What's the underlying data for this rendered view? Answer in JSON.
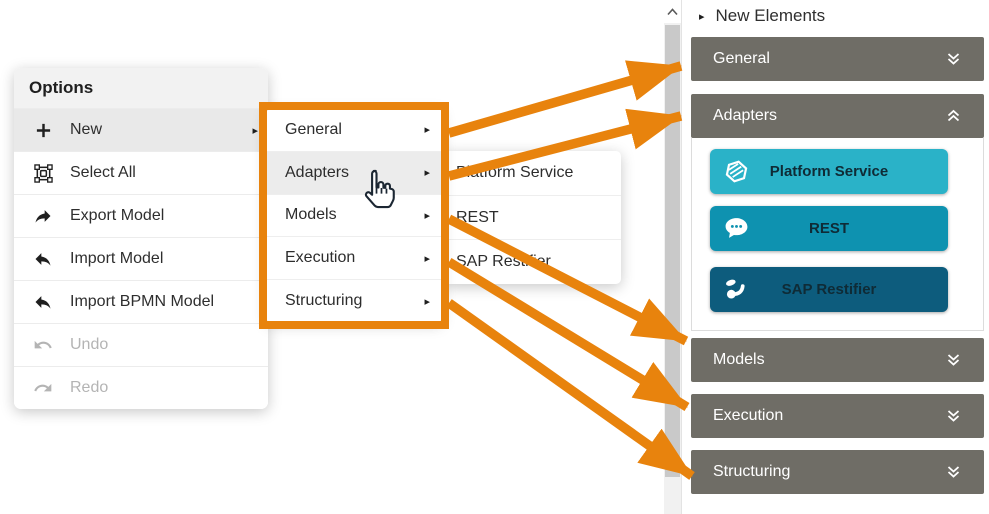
{
  "glyphs": {
    "caret_right": "▸"
  },
  "colors": {
    "annotation_orange": "#E8830D",
    "section_bar_gray": "#6F6D66",
    "hover_gray": "#ECECEC",
    "platform_service_teal": "#2AB2C8",
    "rest_teal": "#0E92B0",
    "sap_restifier_teal": "#0D5C7D"
  },
  "options_menu": {
    "title": "Options",
    "items": [
      {
        "label": "New",
        "icon": "plus-icon",
        "state": "highlighted",
        "has_submenu": true
      },
      {
        "label": "Select All",
        "icon": "select-all-icon",
        "state": "normal"
      },
      {
        "label": "Export Model",
        "icon": "export-arrow-icon",
        "state": "normal"
      },
      {
        "label": "Import Model",
        "icon": "import-arrow-icon",
        "state": "normal"
      },
      {
        "label": "Import BPMN Model",
        "icon": "import-arrow-icon",
        "state": "normal"
      },
      {
        "label": "Undo",
        "icon": "undo-icon",
        "state": "disabled"
      },
      {
        "label": "Redo",
        "icon": "redo-icon",
        "state": "disabled"
      }
    ]
  },
  "submenu": {
    "items": [
      {
        "label": "General",
        "has_submenu": true,
        "state": "normal"
      },
      {
        "label": "Adapters",
        "has_submenu": true,
        "state": "hovered"
      },
      {
        "label": "Models",
        "has_submenu": true,
        "state": "normal"
      },
      {
        "label": "Execution",
        "has_submenu": true,
        "state": "normal"
      },
      {
        "label": "Structuring",
        "has_submenu": true,
        "state": "normal"
      }
    ]
  },
  "adapter_menu": {
    "items": [
      {
        "label": "Platform Service"
      },
      {
        "label": "REST"
      },
      {
        "label": "SAP Restifier"
      }
    ]
  },
  "palette": {
    "title": "New Elements",
    "sections": [
      {
        "label": "General",
        "state": "collapsed"
      },
      {
        "label": "Adapters",
        "state": "expanded",
        "items": [
          {
            "label": "Platform Service",
            "icon": "hexagon-icon",
            "color": "#2AB2C8"
          },
          {
            "label": "REST",
            "icon": "chat-bubble-icon",
            "color": "#0E92B0"
          },
          {
            "label": "SAP Restifier",
            "icon": "branch-icon",
            "color": "#0D5C7D"
          }
        ]
      },
      {
        "label": "Models",
        "state": "collapsed"
      },
      {
        "label": "Execution",
        "state": "collapsed"
      },
      {
        "label": "Structuring",
        "state": "collapsed"
      }
    ]
  }
}
